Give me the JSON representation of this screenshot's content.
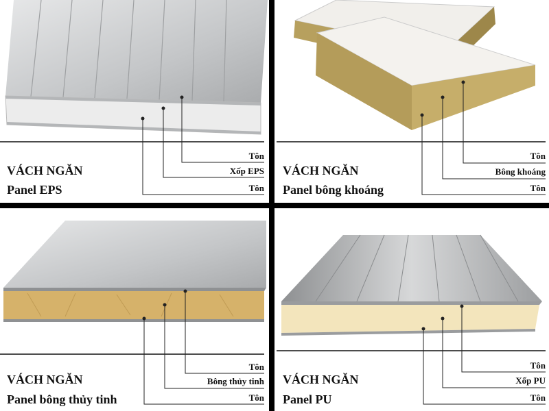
{
  "quadrants": [
    {
      "title": "VÁCH NGĂN",
      "subtitle": "Panel EPS",
      "layers": [
        "Tôn",
        "Xốp EPS",
        "Tôn"
      ]
    },
    {
      "title": "VÁCH NGĂN",
      "subtitle": "Panel bông khoáng",
      "layers": [
        "Tôn",
        "Bông khoáng",
        "Tôn"
      ]
    },
    {
      "title": "VÁCH NGĂN",
      "subtitle": "Panel bông thủy tinh",
      "layers": [
        "Tôn",
        "Bông thủy tinh",
        "Tôn"
      ]
    },
    {
      "title": "VÁCH NGĂN",
      "subtitle": "Panel PU",
      "layers": [
        "Tôn",
        "Xốp PU",
        "Tôn"
      ]
    }
  ],
  "colors": {
    "divider": "#000000",
    "metal": "#c9cbcd",
    "eps": "#eeeeee",
    "rockwool": "#b7a05e",
    "glasswool": "#d6b26a",
    "pu": "#f3e5bc"
  }
}
